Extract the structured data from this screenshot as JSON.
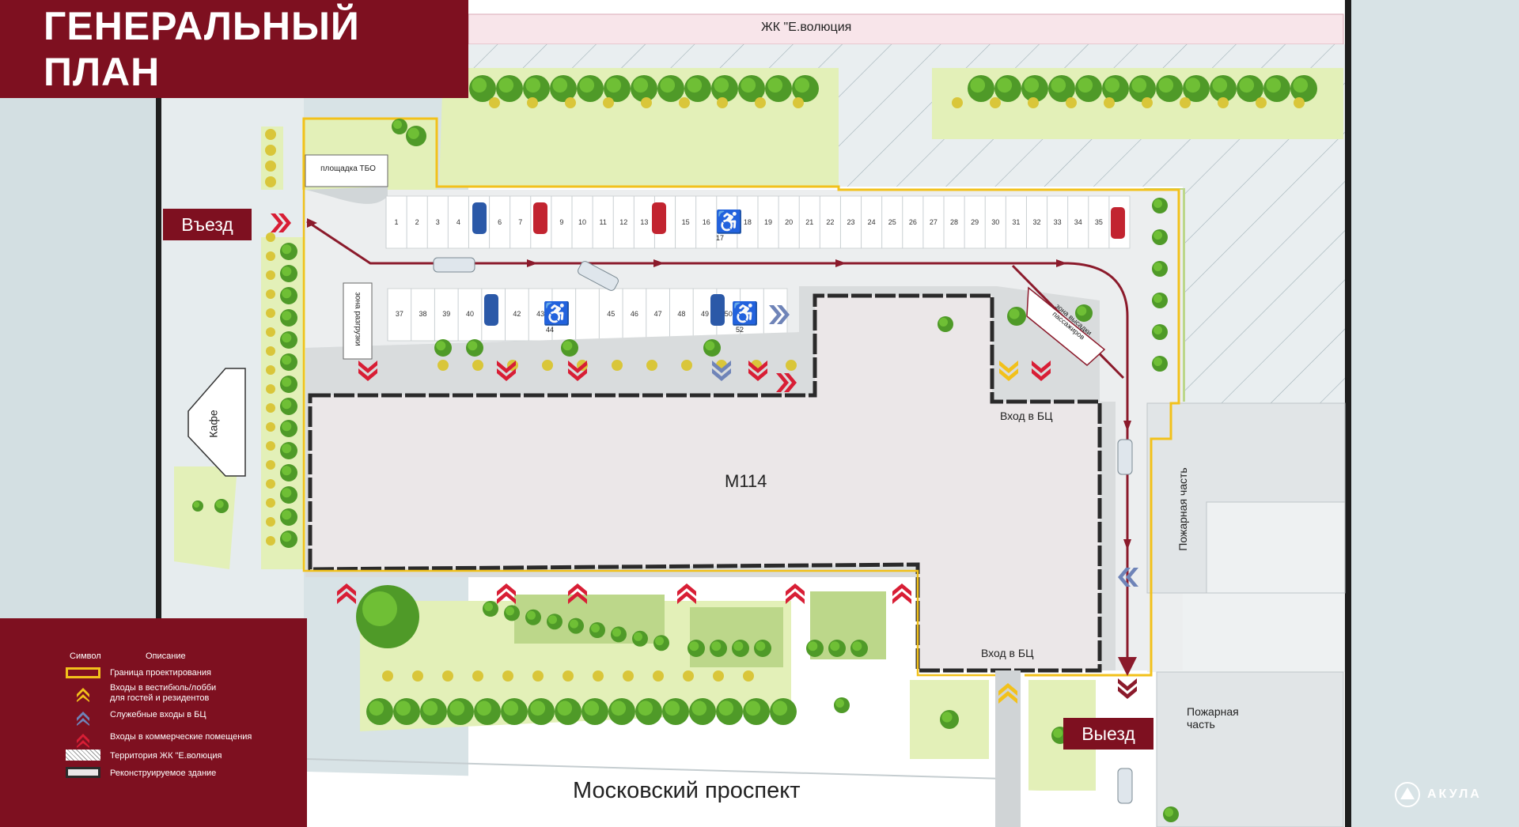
{
  "header": {
    "title": "ГЕНЕРАЛЬНЫЙ ПЛАН"
  },
  "map": {
    "top_neighbor": "ЖК \"Е.волюция",
    "building": "М114",
    "street": "Московский проспект",
    "waste_area": "площадка ТБО",
    "unloading_zone": "зона разгрузки",
    "dropoff_zone": "зона высадки пассажиров",
    "cafe": "Кафе",
    "entry_bc_1": "Вход в БЦ",
    "entry_bc_2": "Вход в БЦ",
    "fire_station_1": "Пожарная часть",
    "fire_station_2": "Пожарная часть",
    "entry_sign": "Въезд",
    "exit_sign": "Выезд",
    "disabled_17": "17",
    "disabled_44": "44",
    "disabled_52": "52",
    "top_spots": [
      "1",
      "2",
      "3",
      "4",
      "",
      "6",
      "7",
      "",
      "9",
      "10",
      "11",
      "12",
      "13",
      "",
      "15",
      "16",
      "",
      "18",
      "19",
      "20",
      "21",
      "22",
      "23",
      "24",
      "25",
      "26",
      "27",
      "28",
      "29",
      "30",
      "31",
      "32",
      "33",
      "34",
      "35",
      ""
    ],
    "bottom_spots": [
      "37",
      "38",
      "39",
      "40",
      "",
      "42",
      "43",
      "",
      "",
      "45",
      "46",
      "47",
      "48",
      "49",
      "50",
      "",
      ""
    ]
  },
  "legend": {
    "col_symbol": "Символ",
    "col_desc": "Описание",
    "items": [
      "Граница проектирования",
      "Входы в вестибюль/лобби для гостей и резидентов",
      "Служебные входы в БЦ",
      "Входы в коммерческие помещения",
      "Территория ЖК \"Е.волюция",
      "Реконструируемое здание"
    ]
  },
  "brand": "АКУЛА",
  "colors": {
    "brand": "#7e1020",
    "boundary": "#f2c11b",
    "lobby_entry": "#f2c11b",
    "service_entry": "#6f84b8",
    "commercial_entry": "#d81e35",
    "route": "#8b1a2b"
  }
}
